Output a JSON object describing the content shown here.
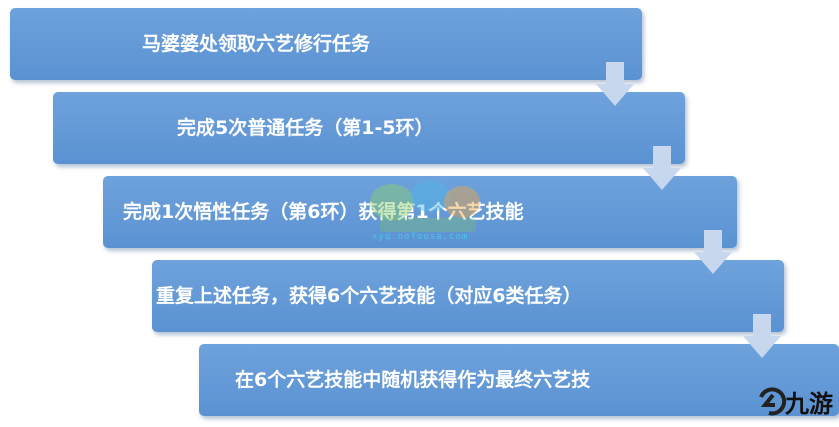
{
  "steps": [
    {
      "label": "马婆婆处领取六艺修行任务"
    },
    {
      "label": "完成5次普通任务（第1-5环）"
    },
    {
      "label": "完成1次悟性任务（第6环）获得第1个六艺技能"
    },
    {
      "label": "重复上述任务，获得6个六艺技能（对应6类任务）"
    },
    {
      "label": "在6个六艺技能中随机获得作为最终六艺技"
    }
  ],
  "watermark": {
    "url": "xyq.nofoosa.com"
  },
  "brand": {
    "name": "九游"
  },
  "colors": {
    "box": "#5b92d2",
    "arrow": "#c6d7ee",
    "text": "#ffffff"
  }
}
